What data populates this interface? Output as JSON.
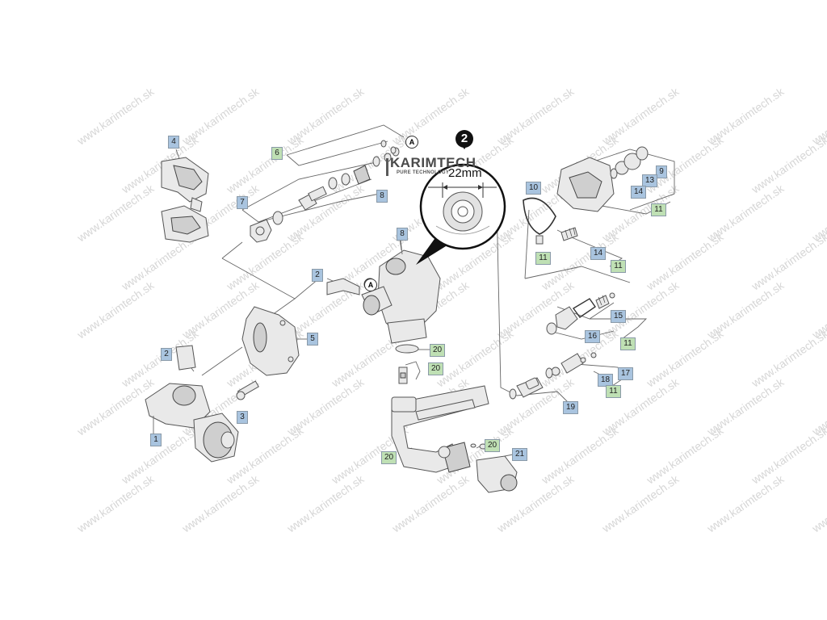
{
  "watermark": "www.karimtech.sk",
  "logo": {
    "brand": "KARIMTECH",
    "tagline": "PURE TECHNOLOGY"
  },
  "detail_view": {
    "badge_number": "2",
    "dimension": "22mm"
  },
  "inlet_marker": "A",
  "callout_colors": {
    "blue": "#a9c4df",
    "green": "#bfe0b4"
  },
  "callouts": [
    {
      "id": "c4",
      "label": "4",
      "color": "blue"
    },
    {
      "id": "c6",
      "label": "6",
      "color": "green"
    },
    {
      "id": "c7",
      "label": "7",
      "color": "blue"
    },
    {
      "id": "c8a",
      "label": "8",
      "color": "blue"
    },
    {
      "id": "c8b",
      "label": "8",
      "color": "blue"
    },
    {
      "id": "c2a",
      "label": "2",
      "color": "blue"
    },
    {
      "id": "c2b",
      "label": "2",
      "color": "blue"
    },
    {
      "id": "c5",
      "label": "5",
      "color": "blue"
    },
    {
      "id": "c3",
      "label": "3",
      "color": "blue"
    },
    {
      "id": "c1",
      "label": "1",
      "color": "blue"
    },
    {
      "id": "c10",
      "label": "10",
      "color": "blue"
    },
    {
      "id": "c9",
      "label": "9",
      "color": "blue"
    },
    {
      "id": "c13",
      "label": "13",
      "color": "blue"
    },
    {
      "id": "c14a",
      "label": "14",
      "color": "blue"
    },
    {
      "id": "c11a",
      "label": "11",
      "color": "green"
    },
    {
      "id": "c11b",
      "label": "11",
      "color": "green"
    },
    {
      "id": "c14b",
      "label": "14",
      "color": "blue"
    },
    {
      "id": "c11c",
      "label": "11",
      "color": "green"
    },
    {
      "id": "c15",
      "label": "15",
      "color": "blue"
    },
    {
      "id": "c16",
      "label": "16",
      "color": "blue"
    },
    {
      "id": "c11d",
      "label": "11",
      "color": "green"
    },
    {
      "id": "c17",
      "label": "17",
      "color": "blue"
    },
    {
      "id": "c18",
      "label": "18",
      "color": "blue"
    },
    {
      "id": "c11e",
      "label": "11",
      "color": "green"
    },
    {
      "id": "c19",
      "label": "19",
      "color": "blue"
    },
    {
      "id": "c20a",
      "label": "20",
      "color": "green"
    },
    {
      "id": "c20b",
      "label": "20",
      "color": "green"
    },
    {
      "id": "c20c",
      "label": "20",
      "color": "green"
    },
    {
      "id": "c20d",
      "label": "20",
      "color": "green"
    },
    {
      "id": "c21",
      "label": "21",
      "color": "blue"
    }
  ]
}
